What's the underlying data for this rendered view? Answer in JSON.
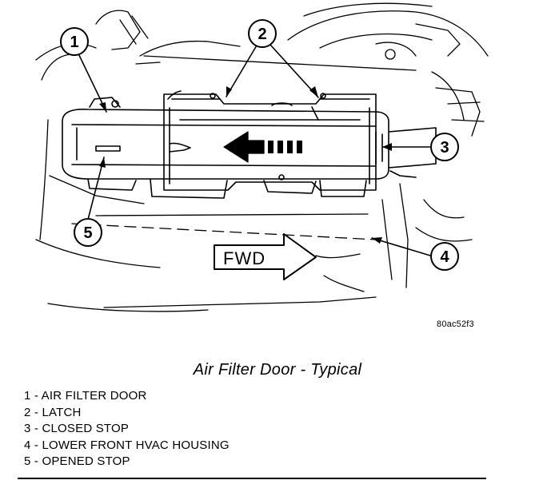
{
  "figure": {
    "id": "80ac52f3",
    "caption": "Air Filter Door - Typical",
    "direction_label": "FWD"
  },
  "callouts": [
    {
      "number": "1",
      "name": "air-filter-door"
    },
    {
      "number": "2",
      "name": "latch"
    },
    {
      "number": "3",
      "name": "closed-stop"
    },
    {
      "number": "4",
      "name": "lower-front-hvac-housing"
    },
    {
      "number": "5",
      "name": "opened-stop"
    }
  ],
  "legend": [
    "1 - AIR FILTER DOOR",
    "2 - LATCH",
    "3 - CLOSED STOP",
    "4 - LOWER FRONT HVAC HOUSING",
    "5 - OPENED STOP"
  ],
  "colors": {
    "ink": "#000000",
    "paper": "#ffffff"
  }
}
